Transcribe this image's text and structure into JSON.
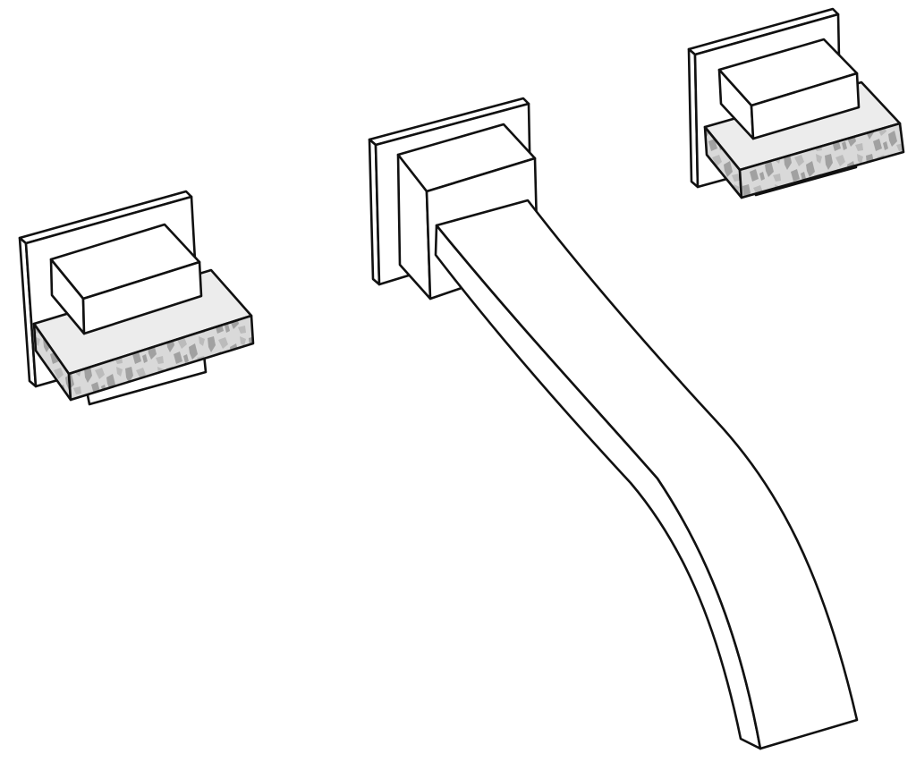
{
  "illustration": {
    "subject": "wall-mounted-three-piece-faucet-set",
    "components": [
      "left-handle",
      "spout",
      "right-handle"
    ]
  },
  "colors": {
    "line": "#111111",
    "background": "#ffffff",
    "crystal_light": "#d9d9d9",
    "crystal_mid": "#b4b4b4",
    "crystal_dark": "#8e8e8e"
  }
}
